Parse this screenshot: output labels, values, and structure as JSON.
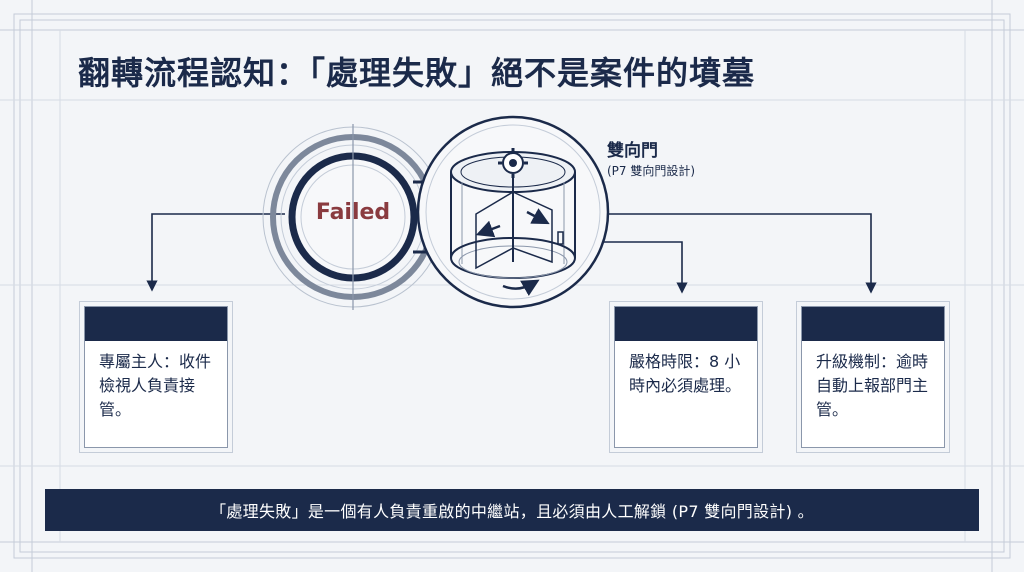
{
  "title": "翻轉流程認知：「處理失敗」絕不是案件的墳墓",
  "center": {
    "failed_label": "Failed",
    "door_label": "雙向門",
    "door_sub": "(P7 雙向門設計)"
  },
  "cards": [
    {
      "icon": "person-icon",
      "text": "專屬主人：收件檢視人負責接管。"
    },
    {
      "icon": "stopwatch-icon",
      "text": "嚴格時限：8 小時內必須處理。"
    },
    {
      "icon": "triangle-icon",
      "text": "升級機制：逾時自動上報部門主管。"
    }
  ],
  "footer": "「處理失敗」是一個有人負責重啟的中繼站，且必須由人工解鎖 (P7 雙向門設計) 。",
  "colors": {
    "navy": "#1b2a4a",
    "failed_red": "#8a3b3f",
    "background": "#f3f5f8"
  }
}
